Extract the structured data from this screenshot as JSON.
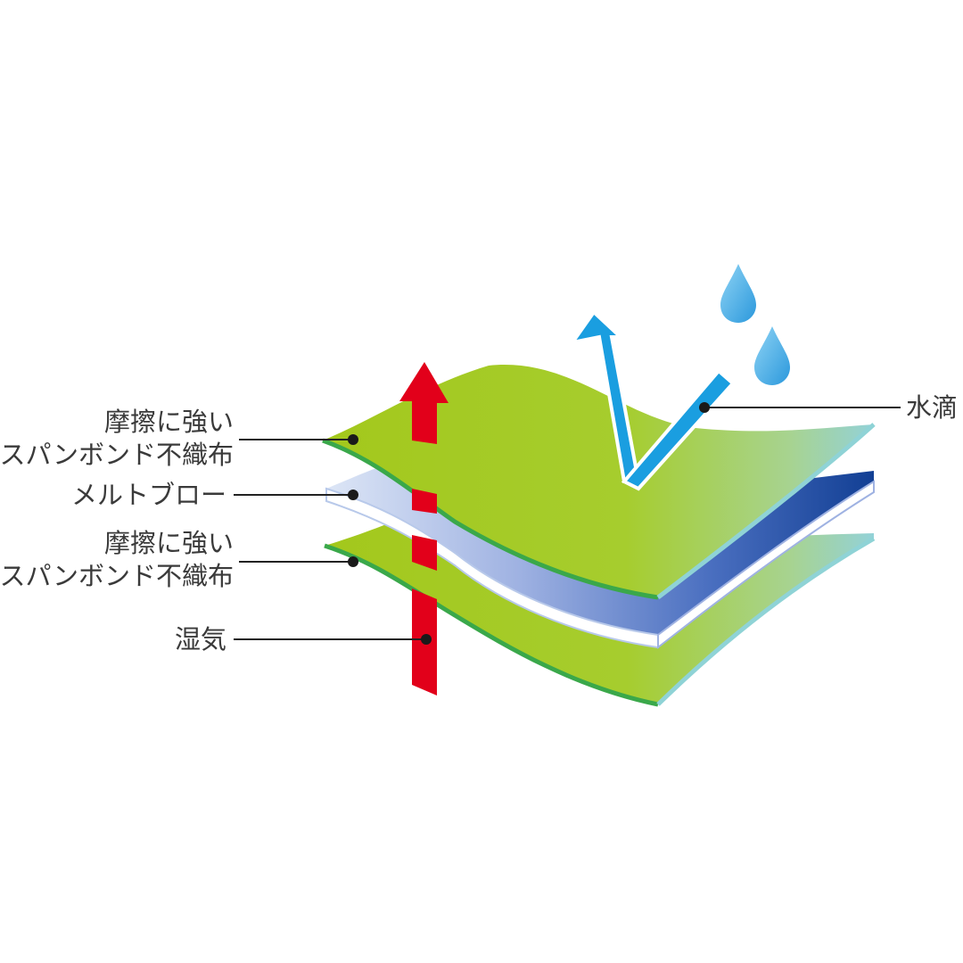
{
  "labels": {
    "top_spunbond_line1": "摩擦に強い",
    "top_spunbond_line2": "スパンボンド不織布",
    "meltblown": "メルトブロー",
    "bottom_spunbond_line1": "摩擦に強い",
    "bottom_spunbond_line2": "スパンボンド不織布",
    "moisture": "湿気",
    "water_drop": "水滴"
  },
  "colors": {
    "spunbond_green": "#a6cd2e",
    "spunbond_edge": "#8fd3d6",
    "meltblown_light": "#b8c9ea",
    "meltblown_dark": "#123f94",
    "moisture_arrow": "#e2001a",
    "water_arrow": "#1a9ee0",
    "water_drop": "#3fa9e6"
  },
  "icons": {
    "moisture_arrow": "arrow-up-icon",
    "water_arrow": "arrow-up-icon",
    "water_drop": "water-drop-icon"
  }
}
